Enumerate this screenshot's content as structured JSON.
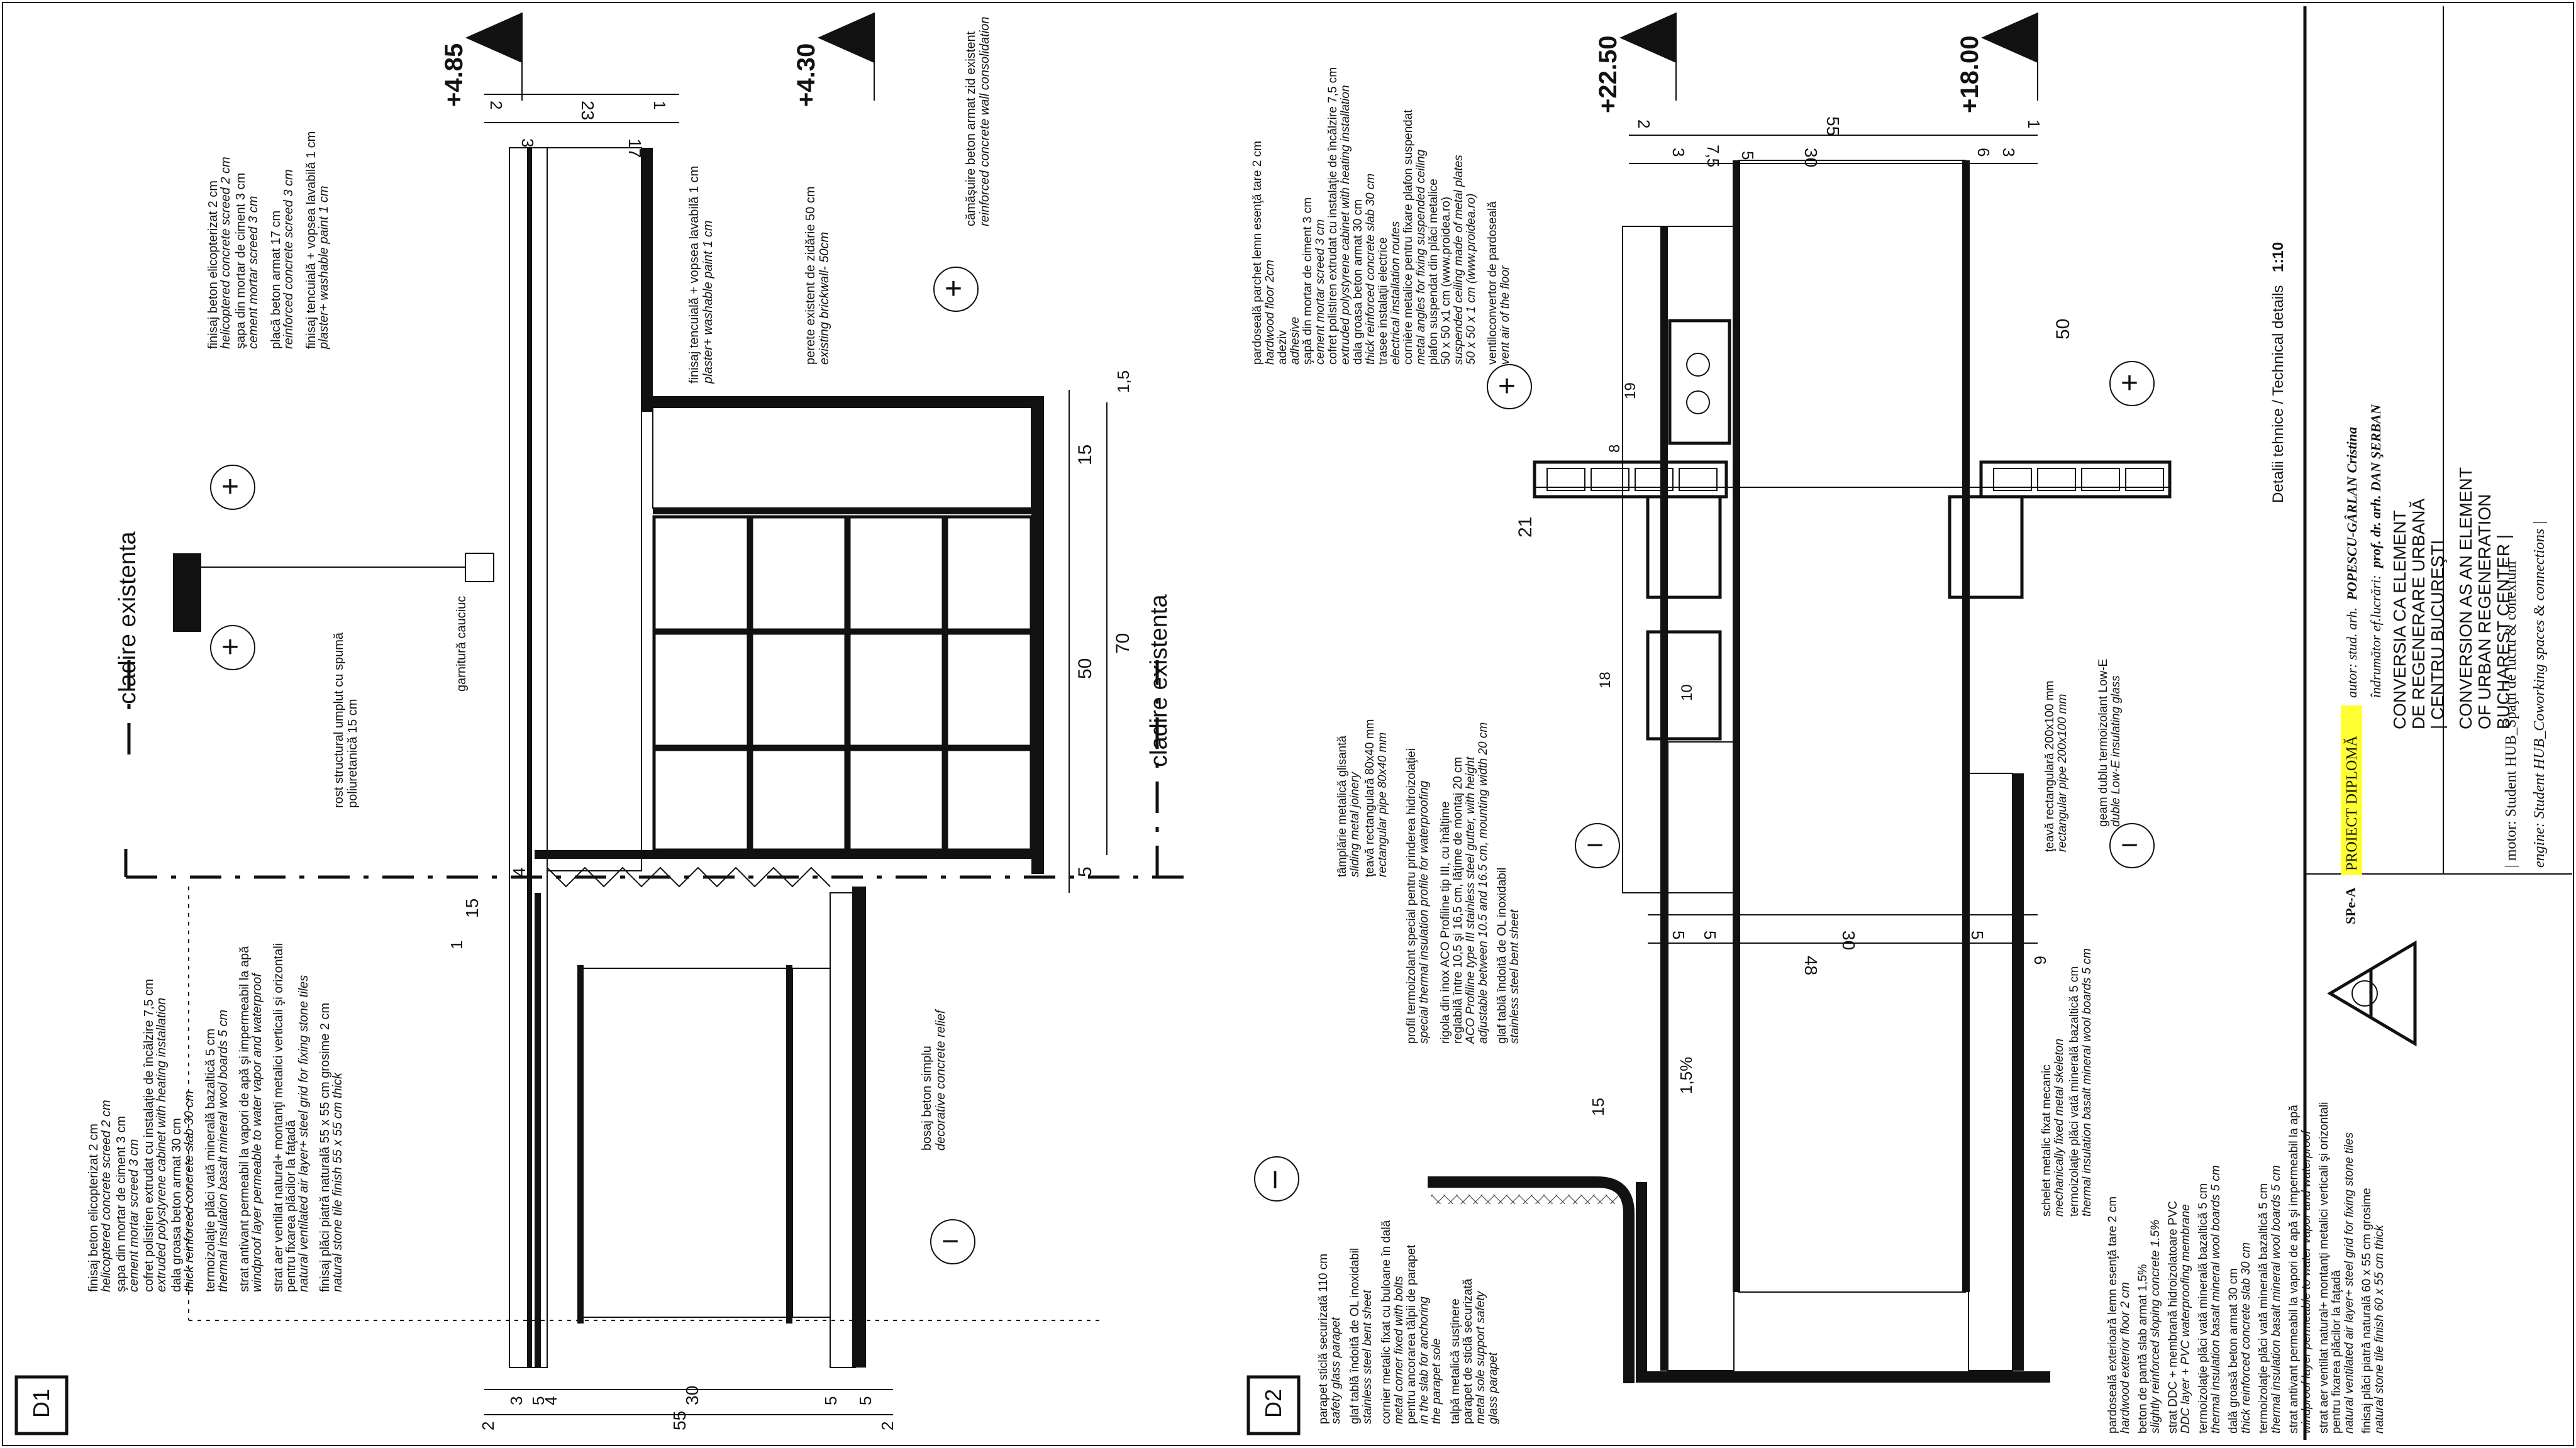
{
  "sheet": {
    "title_ro": "Detalii tehnice / Technical details",
    "scale": "1:10",
    "sheet_code": "SPe-A",
    "project_label": "PROIECT DIPLOMĂ",
    "author_prefix": "autor: stud. arh.",
    "author_name": "POPESCU-GÂRLAN Cristina",
    "tutor_prefix": "îndrumător ef.lucrări:",
    "tutor_name": "prof. dr. arh. DAN ŞERBAN",
    "title_ro_lines": [
      "CONVERSIA CA ELEMENT",
      "DE REGENERARE URBANĂ",
      "| CENTRU BUCUREŞTI"
    ],
    "title_en_lines": [
      "CONVERSION AS AN ELEMENT",
      "OF URBAN REGENERATION",
      "BUCHAREST CENTER |"
    ],
    "motor_ro": "| motor: Student HUB_Spaţii de lucru & conexiuni",
    "motor_en": "engine: Student HUB_Coworking spaces & connections |"
  },
  "details": [
    {
      "label": "D1"
    },
    {
      "label": "D2"
    }
  ],
  "levels": [
    {
      "value": "+4.85"
    },
    {
      "value": "+4.30"
    },
    {
      "value": "+22.50"
    },
    {
      "value": "+18.00"
    }
  ],
  "existing_building": [
    "cladire existenta",
    "cladire existenta"
  ],
  "plus_minus": [
    "+",
    "+",
    "−",
    "+",
    "+",
    "−",
    "+",
    "−"
  ],
  "d1_left_notes": [
    "finisaj beton elicopterizat 2 cm",
    "helicoptered concrete screed 2 cm",
    "şapa din mortar de ciment 3 cm",
    "cement mortar screed 3 cm",
    "cofret polistiren extrudat cu instalaţie de încălzire 7,5 cm",
    "extruded polystyrene cabinet with heating installation",
    "dala groasa beton armat 30 cm",
    "thick reinforced concrete slab 30 cm",
    "termoizolaţie plăci vată minerală bazaltică 5 cm",
    "thermal insulation basalt mineral wool boards 5 cm",
    "strat antivant permeabil la vapori de apă şi impermeabil la apă",
    "windproof layer permeable to water vapor and waterproof",
    "strat aer ventilat natural+ montanţi metalici verticali şi orizontali",
    "pentru fixarea plăcilor la faţadă",
    "natural ventilated air layer+ steel grid for fixing stone tiles",
    "finisaj plăci piatră naturală 55 x 55 cm grosime 2 cm",
    "natural stone tile finish 55 x 55 cm thick"
  ],
  "d1_top_notes": [
    "finisaj beton elicopterizat 2 cm",
    "helicoptered concrete screed 2 cm",
    "şapa din mortar de ciment 3 cm",
    "cement mortar screed 3 cm",
    "placă beton armat 17 cm",
    "reinforced concrete screed 3 cm",
    "finisaj tencuială + vopsea lavabilă 1 cm",
    "plaster+ washable paint 1 cm"
  ],
  "d1_other_notes": [
    "rost structural umplut cu spumă",
    "poliuretanică 15 cm",
    "garnitură cauciuc",
    "bosaj beton simplu",
    "decorative concrete relief",
    "finisaj tencuială + vopsea lavabilă 1 cm",
    "plaster+ washable paint 1 cm",
    "perete existent de zidărie 50 cm",
    "existing brickwall- 50cm",
    "cămăşuire beton armat zid existent",
    "reinforced concrete wall consolidation"
  ],
  "d1_dims": [
    "55",
    "30",
    "5",
    "4",
    "3",
    "2",
    "5",
    "5",
    "2",
    "15",
    "1",
    "4",
    "5",
    "50",
    "70",
    "15",
    "1,5",
    "17",
    "23",
    "1",
    "3",
    "2"
  ],
  "d2_top_notes": [
    "pardoseală parchet lemn esenţă tare 2 cm",
    "hardwood floor 2cm",
    "adeziv",
    "adhesive",
    "şapă din mortar de ciment 3 cm",
    "cement mortar screed 3 cm",
    "cofret polistiren extrudat cu instalaţie de încălzire 7,5 cm",
    "extruded polystyrene cabinet with heating installation",
    "dala groasa beton armat 30 cm",
    "thick reinforced concrete slab 30 cm",
    "trasee instalaţii electrice",
    "electrical installation routes",
    "cornière metalice pentru fixare plafon suspendat",
    "metal angles for fixing suspended ceiling",
    "plafon suspendat din plăci metalice",
    "50 x 50 x1 cm (www.proidea.ro)",
    "suspended ceiling made of metal plates",
    "50 x 50 x 1 cm (www.proidea.ro)",
    "ventiloconvertor de pardoseală",
    "vent air of the floor"
  ],
  "d2_mid_notes": [
    "tâmplărie metalică glisantă",
    "sliding metal joinery",
    "ţeavă rectangulară 80x40 mm",
    "rectangular pipe 80x40 mm",
    "profil termoizolant special pentru prinderea hidroizolaţiei",
    "special thermal insulation profile for waterproofing",
    "rigola din inox ACO Profiline tip III, cu înălţime",
    "reglabilă între 10,5 şi 16,5 cm, lăţime de montaj 20 cm",
    "ACO Profiline type III stainless steel gutter, with height",
    "adjustable between 10.5 and 16.5 cm, mounting width 20 cm",
    "glaf tablă îndoită de OL inoxidabil",
    "stainless steel bent sheet",
    "ţeavă rectangulară 200x100 mm",
    "rectangular pipe 200x100 mm",
    "geam dublu termoizolant Low-E",
    "duble Low-E insulating glass",
    "schelet metalic fixat mecanic",
    "mechanically fixed metal skeleton",
    "termoizolaţie plăci vată minerală bazaltică 5 cm",
    "thermal insulation basalt mineral wool boards 5 cm"
  ],
  "d2_left_notes": [
    "parapet sticlă securizată 110 cm",
    "safety glass parapet",
    "glaf tablă îndoită de OL inoxidabil",
    "stainless steel bent sheet",
    "cornier metalic fixat cu buloane în dală",
    "metal corner fixed with bolts",
    "pentru ancorarea tălpii de parapet",
    "in the slab for anchoring",
    "the parapet sole",
    "talpă metalică susţinere",
    "parapet de sticlă securizată",
    "metal sole support safety",
    "glass parapet"
  ],
  "d2_right_notes": [
    "pardoseală exterioară lemn esenţă tare 2 cm",
    "hardwood exterior floor 2 cm",
    "beton de pantă slab armat 1,5%",
    "slightly reinforced sloping concrete 1.5%",
    "strat DDC + membrană hidroizolatoare PVC",
    "DDC layer + PVC waterproofing membrane",
    "termoizolaţie plăci vată minerală bazaltică 5 cm",
    "thermal insulation basalt mineral wool boards 5 cm",
    "dală groasă beton armat 30 cm",
    "thick reinforced concrete slab 30 cm",
    "termoizolaţie plăci vată minerală bazaltică 5 cm",
    "thermal insulation basalt mineral wool boards 5 cm",
    "strat antivant permeabil la vapori de apă şi impermeabil la apă",
    "windproof layer permeable to water vapor and waterproof",
    "strat aer ventilat natural+ montanţi metalici verticali şi orizontali",
    "pentru fixarea plăcilor la faţadă",
    "natural ventilated air layer+ steel grid for fixing stone tiles",
    "finisaj plăci piatră naturală 60 x 55 cm grosime",
    "natural stone tile finish 60 x 55 cm thick"
  ],
  "d2_dims": [
    "2",
    "3",
    "7,5",
    "5",
    "30",
    "55",
    "6",
    "3",
    "1",
    "50",
    "21",
    "19",
    "8",
    "18",
    "10",
    "5",
    "5",
    "30",
    "5",
    "48",
    "6",
    "15",
    "1,5%"
  ],
  "section_marks": [
    "I"
  ]
}
